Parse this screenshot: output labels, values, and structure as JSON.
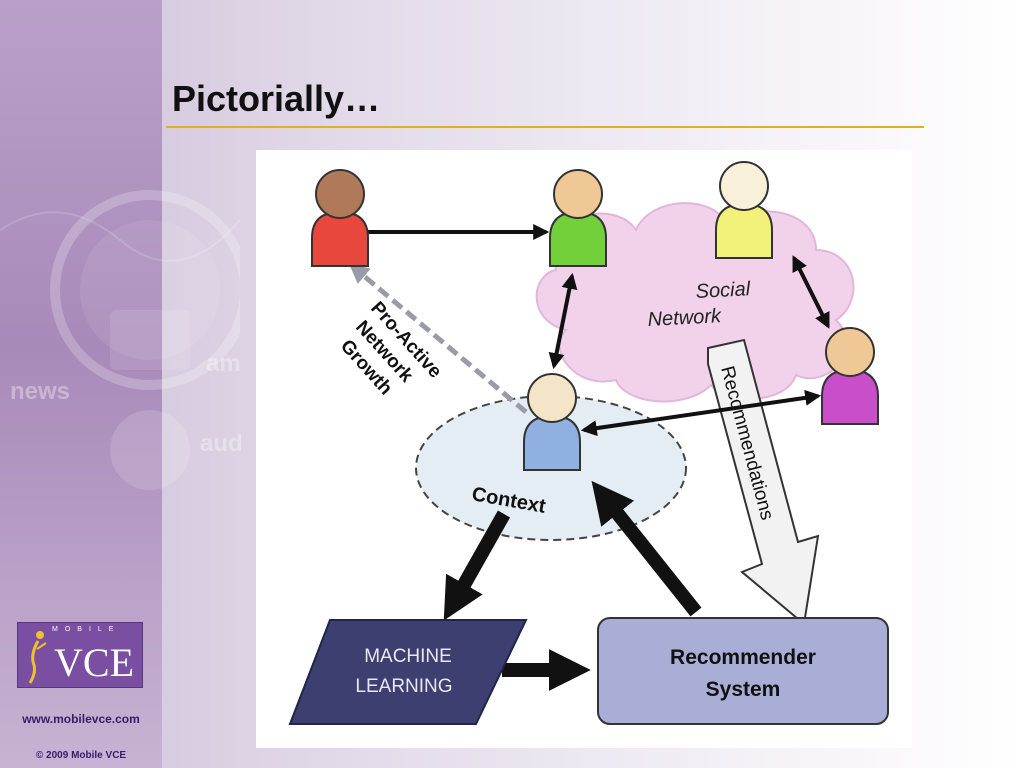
{
  "slide": {
    "title": "Pictorially…"
  },
  "diagram": {
    "social_network_label_line1": "Social",
    "social_network_label_line2": "Network",
    "context_label": "Context",
    "proactive_line1": "Pro-Active",
    "proactive_line2": "Network",
    "proactive_line3": "Growth",
    "recommendations_label": "Recommendations",
    "machine_learning_line1": "MACHINE",
    "machine_learning_line2": "LEARNING",
    "recommender_line1": "Recommender",
    "recommender_line2": "System",
    "person_colors": {
      "red": "#e8473e",
      "green": "#72d13a",
      "yellow": "#f2f27a",
      "magenta": "#c94ec9",
      "blue": "#8fb0e0"
    }
  },
  "sidebar": {
    "logo_top": "MOBILE",
    "logo_main": "VCE",
    "url": "www.mobilevce.com",
    "copyright": "© 2009 Mobile VCE",
    "deco_words": [
      "news",
      "am",
      "aud"
    ]
  }
}
